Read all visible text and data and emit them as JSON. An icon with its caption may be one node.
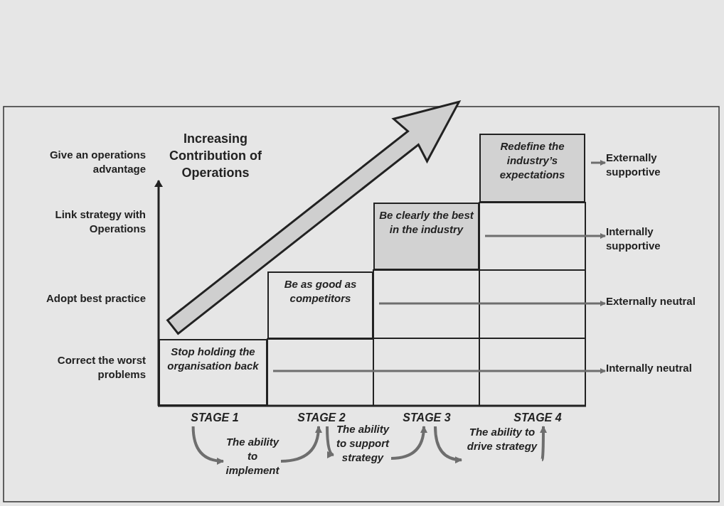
{
  "diagram": {
    "nodes": [
      {
        "text": [
          "Stop holding the organisation back"
        ]
      },
      {
        "text": [
          "Be as good as competitors"
        ]
      },
      {
        "text": [
          "Be clearly the best in the industry"
        ]
      },
      {
        "text": [
          "Redefine the industry’s expectations"
        ]
      },
      {
        "text": [
          "Externally supportive"
        ]
      },
      {
        "text": [
          "Internally supportive"
        ]
      },
      {
        "text": [
          "Externally neutral"
        ]
      },
      {
        "text": [
          "Internally neutral"
        ]
      },
      {
        "text": [
          "STAGE 1"
        ]
      },
      {
        "text": [
          "STAGE 2"
        ]
      },
      {
        "text": [
          "STAGE 3"
        ]
      },
      {
        "text": [
          "STAGE 4"
        ]
      },
      {
        "text": [
          "The ability to implement"
        ]
      },
      {
        "text": [
          "The ability to support strategy"
        ]
      },
      {
        "text": [
          "The ability to drive strategy"
        ]
      }
    ],
    "edges": [
      {
        "from": 3,
        "to": 4,
        "arrow": "to"
      },
      {
        "from": 2,
        "to": 5,
        "arrow": "to"
      },
      {
        "from": 1,
        "to": 6,
        "arrow": "to"
      },
      {
        "from": 0,
        "to": 7,
        "arrow": "to"
      },
      {
        "from": 8,
        "to": 12,
        "arrow": "to"
      },
      {
        "from": 12,
        "to": 9,
        "arrow": "to"
      },
      {
        "from": 9,
        "to": 13,
        "arrow": "to"
      },
      {
        "from": 13,
        "to": 10,
        "arrow": "to"
      },
      {
        "from": 10,
        "to": 14,
        "arrow": "to"
      },
      {
        "from": 14,
        "to": 11,
        "arrow": "to"
      }
    ],
    "labels": [
      "Increasing Contribution of Operations",
      "Give an operations advantage",
      "Link strategy with Operations",
      "Adopt best practice",
      "Correct the worst problems"
    ]
  }
}
